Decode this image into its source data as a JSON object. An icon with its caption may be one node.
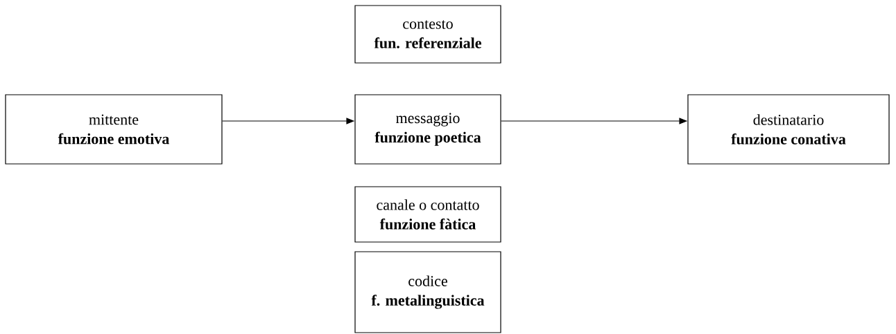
{
  "diagram": {
    "nodes": [
      {
        "text": [
          "contesto",
          "fun. referenziale"
        ]
      },
      {
        "text": [
          "mittente",
          "funzione emotiva"
        ]
      },
      {
        "text": [
          "messaggio",
          "funzione poetica"
        ]
      },
      {
        "text": [
          "destinatario",
          "funzione conativa"
        ]
      },
      {
        "text": [
          "canale o contatto",
          "funzione fàtica"
        ]
      },
      {
        "text": [
          "codice",
          "f. metalinguistica"
        ]
      }
    ],
    "edges": [
      {
        "from": 1,
        "to": 2,
        "arrow": "to"
      },
      {
        "from": 2,
        "to": 3,
        "arrow": "to"
      }
    ]
  }
}
